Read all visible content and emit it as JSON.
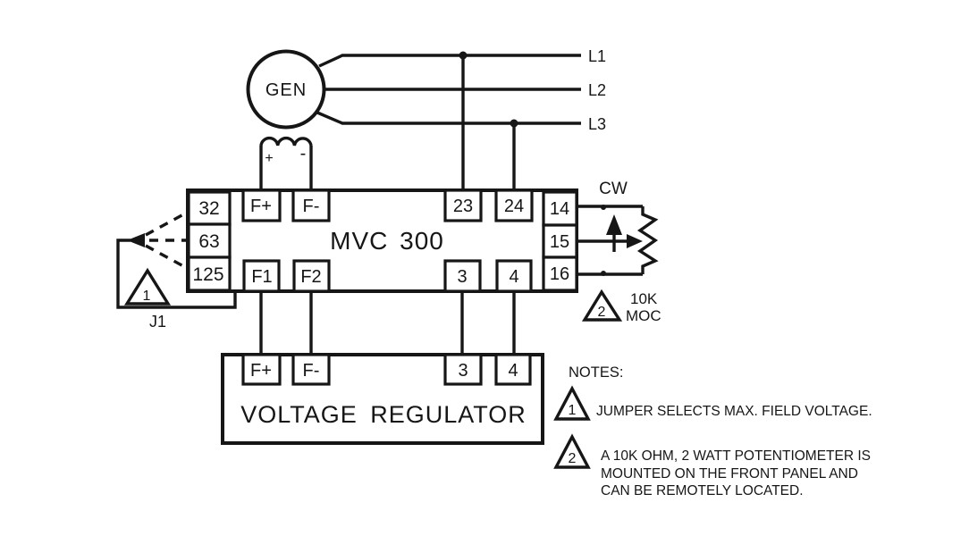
{
  "schematic": {
    "colors": {
      "ink": "#161616",
      "background": "#ffffff"
    },
    "generator": {
      "label": "GEN"
    },
    "phase_lines": {
      "l1": "L1",
      "l2": "L2",
      "l3": "L3"
    },
    "field_coil": {
      "plus": "+",
      "minus": "-"
    },
    "mvc_box": {
      "title": "MVC 300",
      "left_terminals": [
        "32",
        "63",
        "125"
      ],
      "top_terminals": [
        "F+",
        "F-",
        "23",
        "24"
      ],
      "bottom_terminals": [
        "F1",
        "F2",
        "3",
        "4"
      ],
      "right_terminals": [
        "14",
        "15",
        "16"
      ]
    },
    "jumper": {
      "label": "J1",
      "flag": "1"
    },
    "potentiometer": {
      "cw_label": "CW",
      "flag": "2",
      "rating_line1": "10K",
      "rating_line2": "MOC"
    },
    "regulator_box": {
      "title": "VOLTAGE REGULATOR",
      "terminals": [
        "F+",
        "F-",
        "3",
        "4"
      ]
    },
    "notes": {
      "heading": "NOTES:",
      "note1": {
        "flag": "1",
        "line1": "JUMPER SELECTS MAX. FIELD VOLTAGE."
      },
      "note2": {
        "flag": "2",
        "line1": "A 10K OHM, 2 WATT POTENTIOMETER IS",
        "line2": "MOUNTED ON THE FRONT PANEL AND",
        "line3": "CAN BE REMOTELY LOCATED."
      }
    }
  }
}
